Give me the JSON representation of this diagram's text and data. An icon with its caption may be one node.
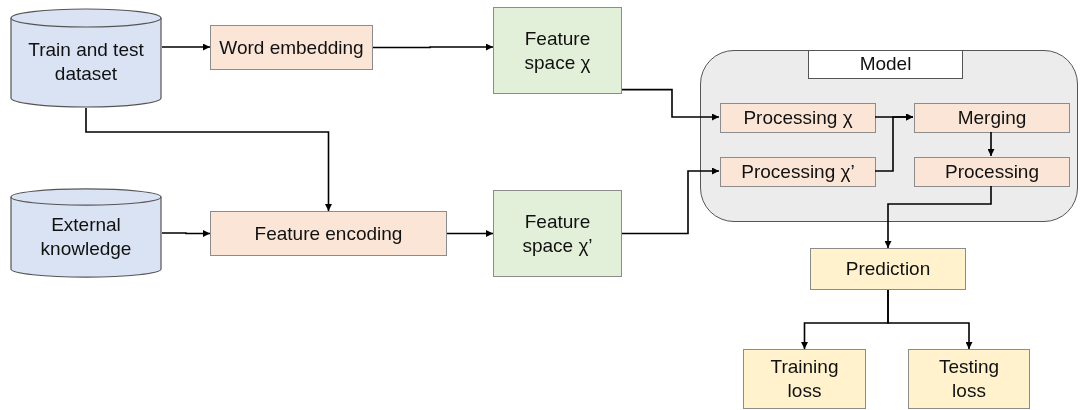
{
  "diagram": {
    "nodes": [
      {
        "text": [
          "Train and test dataset"
        ]
      },
      {
        "text": [
          "External knowledge"
        ]
      },
      {
        "text": [
          "Word embedding"
        ]
      },
      {
        "text": [
          "Feature encoding"
        ]
      },
      {
        "text": [
          "Feature space χ"
        ]
      },
      {
        "text": [
          "Feature space χ’"
        ]
      },
      {
        "text": [
          "Model"
        ]
      },
      {
        "text": [
          "Processing χ"
        ],
        "in": 6
      },
      {
        "text": [
          "Processing χ’"
        ],
        "in": 6
      },
      {
        "text": [
          "Merging"
        ],
        "in": 6
      },
      {
        "text": [
          "Processing"
        ],
        "in": 6
      },
      {
        "text": [
          "Prediction"
        ]
      },
      {
        "text": [
          "Training loss"
        ]
      },
      {
        "text": [
          "Testing loss"
        ]
      }
    ],
    "edges": [
      {
        "from": 0,
        "to": 2,
        "arrow": "to"
      },
      {
        "from": 0,
        "to": 3,
        "arrow": "to"
      },
      {
        "from": 1,
        "to": 3,
        "arrow": "to"
      },
      {
        "from": 2,
        "to": 4,
        "arrow": "to"
      },
      {
        "from": 3,
        "to": 5,
        "arrow": "to"
      },
      {
        "from": 4,
        "to": 7,
        "arrow": "to"
      },
      {
        "from": 5,
        "to": 8,
        "arrow": "to"
      },
      {
        "from": 7,
        "to": 9,
        "arrow": "to"
      },
      {
        "from": 8,
        "to": 9,
        "arrow": "to"
      },
      {
        "from": 9,
        "to": 10,
        "arrow": "to"
      },
      {
        "from": 10,
        "to": 11,
        "arrow": "to"
      },
      {
        "from": 11,
        "to": 12,
        "arrow": "to"
      },
      {
        "from": 11,
        "to": 13,
        "arrow": "to"
      }
    ]
  }
}
